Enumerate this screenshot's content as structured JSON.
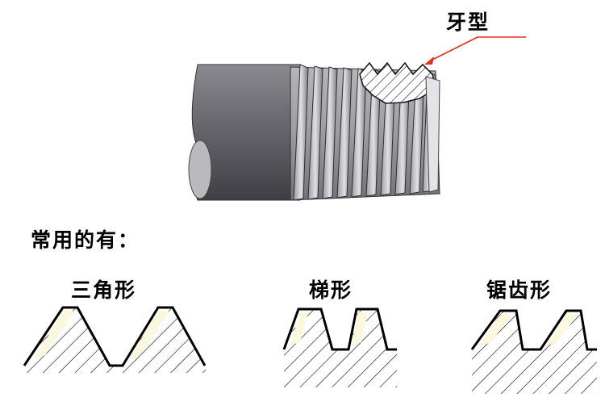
{
  "callout": {
    "label": "牙型"
  },
  "intro": {
    "text": "常用的有："
  },
  "profiles": [
    {
      "label": "三角形"
    },
    {
      "label": "梯形"
    },
    {
      "label": "锯齿形"
    }
  ],
  "colors": {
    "arrow": "#e0301e",
    "flank_fill": "#fbf8de",
    "outline": "#000000",
    "steel_dark": "#5a5a60",
    "steel_light": "#d8d8dc"
  }
}
